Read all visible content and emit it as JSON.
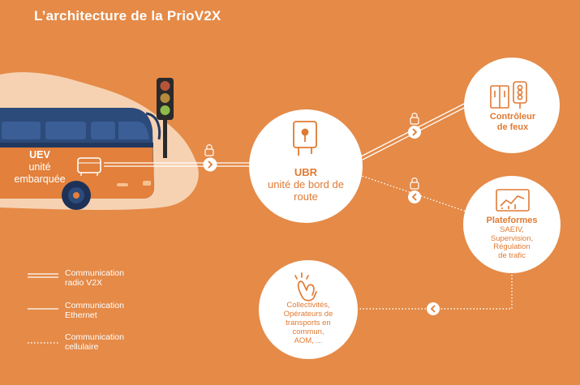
{
  "title": "L’architecture de la PrioV2X",
  "colors": {
    "background": "#E58A47",
    "accent": "#E07A33",
    "bus_body": "#2C4A7A",
    "cloud": "#F6D2B2"
  },
  "uev": {
    "title": "UEV",
    "line1": "unité",
    "line2": "embarquée"
  },
  "ubr": {
    "title": "UBR",
    "line1": "unité de bord de",
    "line2": "route"
  },
  "controleur": {
    "line1": "Contrôleur",
    "line2": "de feux"
  },
  "plateformes": {
    "title": "Plateformes",
    "lines": [
      "SAEIV,",
      "Supervision,",
      "Régulation",
      "de trafic"
    ]
  },
  "collectivites": {
    "lines": [
      "Collectivités,",
      "Opérateurs de",
      "transports en",
      "commun,",
      "AOM, ..."
    ]
  },
  "legend": [
    {
      "line1": "Communication",
      "line2": "radio V2X",
      "style": "double"
    },
    {
      "line1": "Communication",
      "line2": "Ethernet",
      "style": "solid"
    },
    {
      "line1": "Communication",
      "line2": "cellulaire",
      "style": "dotted"
    }
  ],
  "icons": {
    "connector_1": "chevron-right-icon",
    "connector_2": "chevron-left-icon",
    "lock": "padlock-icon",
    "traffic_light": "traffic-light-icon",
    "controller": "controller-cabinet-icon",
    "platform": "dashboard-chart-icon",
    "hand": "pointing-hand-icon",
    "ubr_device": "roadside-unit-icon"
  }
}
